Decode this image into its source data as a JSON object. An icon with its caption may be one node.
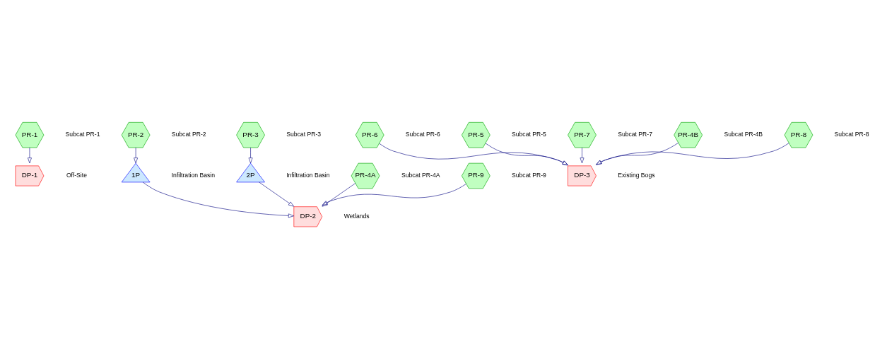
{
  "diagram": {
    "nodes": [
      {
        "text": [
          "PR-1"
        ],
        "beside": [
          "Subcat PR-1"
        ]
      },
      {
        "text": [
          "DP-1"
        ],
        "beside": [
          "Off-Site"
        ]
      },
      {
        "text": [
          "PR-2"
        ],
        "beside": [
          "Subcat PR-2"
        ]
      },
      {
        "text": [
          "PR-3"
        ],
        "beside": [
          "Subcat PR-3"
        ]
      },
      {
        "text": [
          "1P"
        ],
        "beside": [
          "Infiltration Basin"
        ]
      },
      {
        "text": [
          "2P"
        ],
        "beside": [
          "Infiltration Basin"
        ]
      },
      {
        "text": [
          "DP-2"
        ],
        "beside": [
          "Wetlands"
        ]
      },
      {
        "text": [
          "PR-4A"
        ],
        "beside": [
          "Subcat PR-4A"
        ]
      },
      {
        "text": [
          "PR-9"
        ],
        "beside": [
          "Subcat PR-9"
        ]
      },
      {
        "text": [
          "PR-6"
        ],
        "beside": [
          "Subcat PR-6"
        ]
      },
      {
        "text": [
          "PR-5"
        ],
        "beside": [
          "Subcat PR-5"
        ]
      },
      {
        "text": [
          "PR-7"
        ],
        "beside": [
          "Subcat PR-7"
        ]
      },
      {
        "text": [
          "DP-3"
        ],
        "beside": [
          "Existing Bogs"
        ]
      },
      {
        "text": [
          "PR-4B"
        ],
        "beside": [
          "Subcat PR-4B"
        ]
      },
      {
        "text": [
          "PR-8"
        ],
        "beside": [
          "Subcat PR-8"
        ]
      }
    ],
    "edges": [
      {
        "from": 0,
        "to": 1,
        "arrow": "to"
      },
      {
        "from": 2,
        "to": 4,
        "arrow": "to"
      },
      {
        "from": 3,
        "to": 5,
        "arrow": "to"
      },
      {
        "from": 4,
        "to": 6,
        "arrow": "to"
      },
      {
        "from": 5,
        "to": 6,
        "arrow": "to"
      },
      {
        "from": 7,
        "to": 6,
        "arrow": "to"
      },
      {
        "from": 8,
        "to": 6,
        "arrow": "to"
      },
      {
        "from": 9,
        "to": 12,
        "arrow": "to"
      },
      {
        "from": 10,
        "to": 12,
        "arrow": "to"
      },
      {
        "from": 11,
        "to": 12,
        "arrow": "to"
      },
      {
        "from": 13,
        "to": 12,
        "arrow": "to"
      },
      {
        "from": 14,
        "to": 12,
        "arrow": "to"
      }
    ]
  }
}
